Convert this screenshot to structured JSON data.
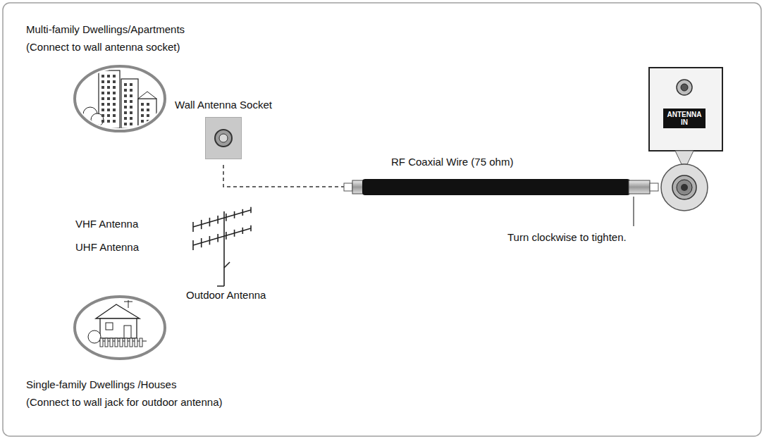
{
  "diagram": {
    "nodes": [
      {
        "text": [
          "Wall Antenna Socket"
        ]
      },
      {
        "text": [
          "ANTENNA IN"
        ]
      }
    ],
    "labels": [
      "Multi-family Dwellings/Apartments",
      "(Connect to wall antenna socket)",
      "VHF Antenna",
      "UHF Antenna",
      "Outdoor Antenna",
      "RF Coaxial Wire (75 ohm)",
      "Turn clockwise to tighten.",
      "Single-family Dwellings /Houses",
      "(Connect to wall jack for outdoor antenna)"
    ]
  }
}
